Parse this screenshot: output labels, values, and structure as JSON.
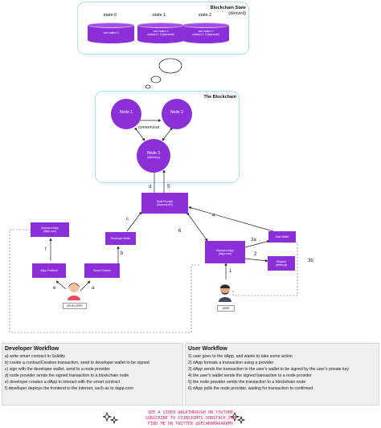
{
  "blockchain_state": {
    "title_line1": "Blockchain State",
    "title_line2": "(derived)",
    "states": [
      {
        "label": "state 0",
        "content": "user wallet: 0"
      },
      {
        "label": "state 1",
        "content": "user wallet: 0\ncontract 1: 0 (bytecode)"
      },
      {
        "label": "state 2",
        "content": "user wallet: 0\ncontract 1: 0 (bytecode)"
      }
    ]
  },
  "blockchain": {
    "title": "The Blockchain",
    "consensus_label": "consensus",
    "nodes": [
      {
        "name": "Node 1",
        "sub": ""
      },
      {
        "name": "Node 2",
        "sub": ""
      },
      {
        "name": "Node 3",
        "sub": "(Alchemy)"
      }
    ]
  },
  "boxes": {
    "node_provider": {
      "title": "Node Provider",
      "sub": "(Alchemy API)"
    },
    "deployed_dapp": {
      "title": "Deployed dApp",
      "sub": "(dapp.com)"
    },
    "developer_wallet": {
      "title": "Developer Wallet",
      "sub": ""
    },
    "dapp_frontend": {
      "title": "dApp Frontend",
      "sub": ""
    },
    "smart_contract": {
      "title": "Smart Contract",
      "sub": ""
    },
    "user_dapp": {
      "title": "Deployed dApp",
      "sub": "(dapp.com)"
    },
    "user_wallet": {
      "title": "User Wallet",
      "sub": ""
    },
    "request": {
      "title": "Request",
      "sub": "(ethers.js)"
    }
  },
  "edge_labels": {
    "d": "d",
    "five": "5",
    "four": "4",
    "c": "c",
    "six": "6",
    "three_a": "3a",
    "two": "2",
    "three_b": "3b",
    "f": "f",
    "e": "e",
    "a": "a",
    "b": "b",
    "one": "1"
  },
  "people": {
    "developer": "DEVELOPER",
    "user": "USER"
  },
  "developer_workflow": {
    "title": "Developer Workflow",
    "items": [
      "a) write smart contract in Solidity",
      "b) create a contractCreation transaction, send to developer wallet to be signed",
      "c) sign with the developer wallet, send to a node provider",
      "d) node provider sends the signed transaction to a blockchain node",
      "e) developer creates a dApp to interact with the smart contract",
      "f) developer deploys the frontend to the internet, such as to dapp.com"
    ]
  },
  "user_workflow": {
    "title": "User Workflow",
    "items": [
      "1) user goes to the dApp, and wants to take some action",
      "2) dApp formats a transaction using a provider",
      "3) dApp sends the transaction to the user's wallet to be signed by the user's private key",
      "4) the user's wallet sends the signed transaction to a node provider",
      "5) the node provider sends the transaction to a blockchain node",
      "6) dApp polls the node provider, waiting for transaction to confirmed"
    ]
  },
  "promo": {
    "line1": "SEE A VIDEO WALKTHROUGH ON YOUTUBE",
    "line2": "SUBSCRIBE TO COINSIGHTS.SUBSTACK.COM",
    "line3": "FIND ME ON TWITTER @DECARAMAKARAMY"
  },
  "colors": {
    "accent": "#8b2fd9",
    "frame": "#a9e3ee",
    "promo": "#e0245e"
  }
}
